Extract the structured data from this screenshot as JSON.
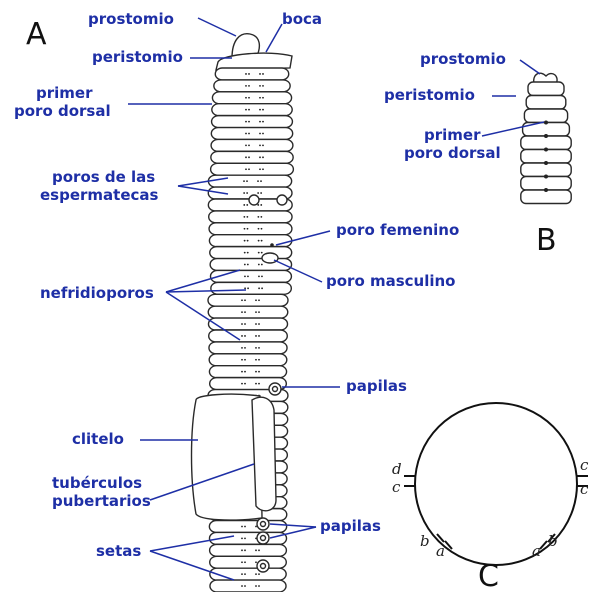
{
  "panels": {
    "a": "A",
    "b": "B",
    "c": "C"
  },
  "labels_a": {
    "prostomio": "prostomio",
    "boca": "boca",
    "peristomio": "peristomio",
    "primer_poro_dorsal_1": "primer",
    "primer_poro_dorsal_2": "poro dorsal",
    "poros_1": "poros de las",
    "poros_2": "espermatecas",
    "poro_femenino": "poro femenino",
    "poro_masculino": "poro masculino",
    "nefridioporos": "nefridioporos",
    "papilas_1": "papilas",
    "clitelo": "clitelo",
    "tuberculos_1": "tubérculos",
    "tuberculos_2": "pubertarios",
    "papilas_2": "papilas",
    "setas": "setas"
  },
  "labels_b": {
    "prostomio": "prostomio",
    "peristomio": "peristomio",
    "primer_1": "primer",
    "primer_2": "poro dorsal"
  },
  "setae_c": {
    "d_left": "d",
    "c_left": "c",
    "b_left": "b",
    "a_left": "a",
    "a_right": "a",
    "b_right": "b",
    "c_right": "c",
    "d_right": "c"
  },
  "colors": {
    "label": "#1e2fa6",
    "outline": "#2a2a2a"
  }
}
